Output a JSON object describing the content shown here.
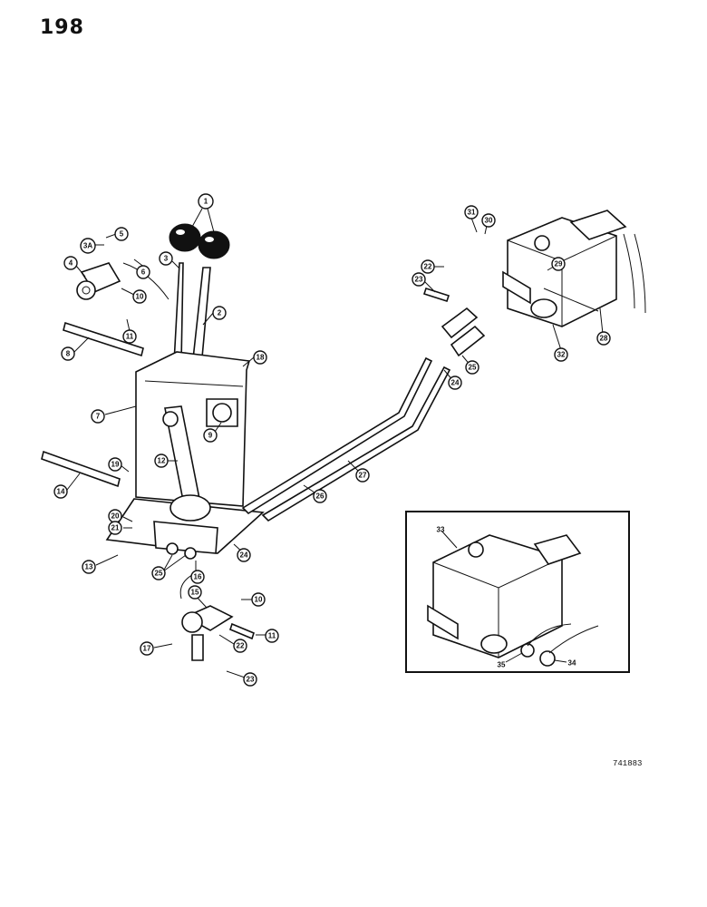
{
  "page_number": "198",
  "figure_code": "741883",
  "callouts": [
    "1",
    "2",
    "3",
    "4",
    "5",
    "3A",
    "6",
    "10",
    "11",
    "8",
    "18",
    "7",
    "9",
    "12",
    "19",
    "14",
    "20",
    "21",
    "13",
    "25",
    "16",
    "24",
    "15",
    "10",
    "11",
    "17",
    "22",
    "23",
    "26",
    "27",
    "22",
    "23",
    "25",
    "24",
    "31",
    "30",
    "29",
    "28",
    "32",
    "33",
    "35",
    "34"
  ]
}
